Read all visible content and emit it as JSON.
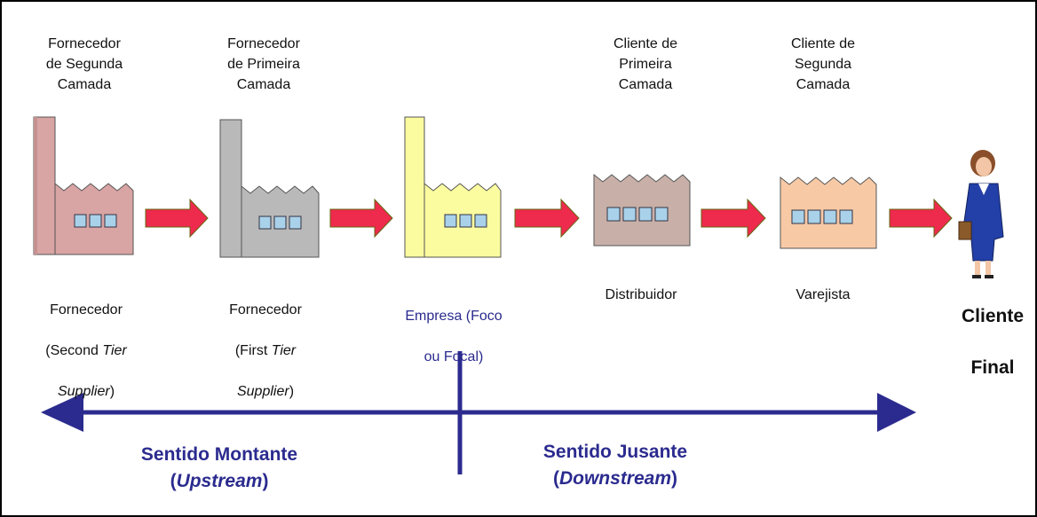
{
  "tiers_top": [
    {
      "label": "Fornecedor\nde Segunda\nCamada"
    },
    {
      "label": "Fornecedor\nde Primeira\nCamada"
    },
    {
      "label": ""
    },
    {
      "label": "Cliente de\nPrimeira\nCamada"
    },
    {
      "label": "Cliente de\nSegunda\nCamada"
    }
  ],
  "roles": {
    "second_tier": {
      "line1": "Fornecedor",
      "line2a": "(Second ",
      "line2b": "Tier",
      "line3a": "Supplier",
      "line3b": ")"
    },
    "first_tier": {
      "line1": "Fornecedor",
      "line2a": "(First ",
      "line2b": "Tier",
      "line3a": "Supplier",
      "line3b": ")"
    },
    "focal": {
      "line1": "Empresa  (Foco",
      "line2": "ou Focal)"
    },
    "distributor": {
      "label": "Distribuidor"
    },
    "retailer": {
      "label": "Varejista"
    },
    "final_client": {
      "line1": "Cliente",
      "line2": "Final"
    }
  },
  "directions": {
    "upstream": {
      "line1": "Sentido Montante",
      "open": "(",
      "italic": "Upstream",
      "close": ")"
    },
    "downstream": {
      "line1": "Sentido Jusante",
      "open": "(",
      "italic": "Downstream",
      "close": ")"
    }
  },
  "colors": {
    "factory_second_tier": "#d9a4a4",
    "factory_first_tier": "#b9b9b9",
    "factory_focal": "#fbfba0",
    "factory_distributor": "#c8b0a8",
    "factory_retailer": "#f7c9a5",
    "window": "#a9d2ea",
    "flow_arrow": "#ee2a4d",
    "axis": "#2b2b8f"
  }
}
